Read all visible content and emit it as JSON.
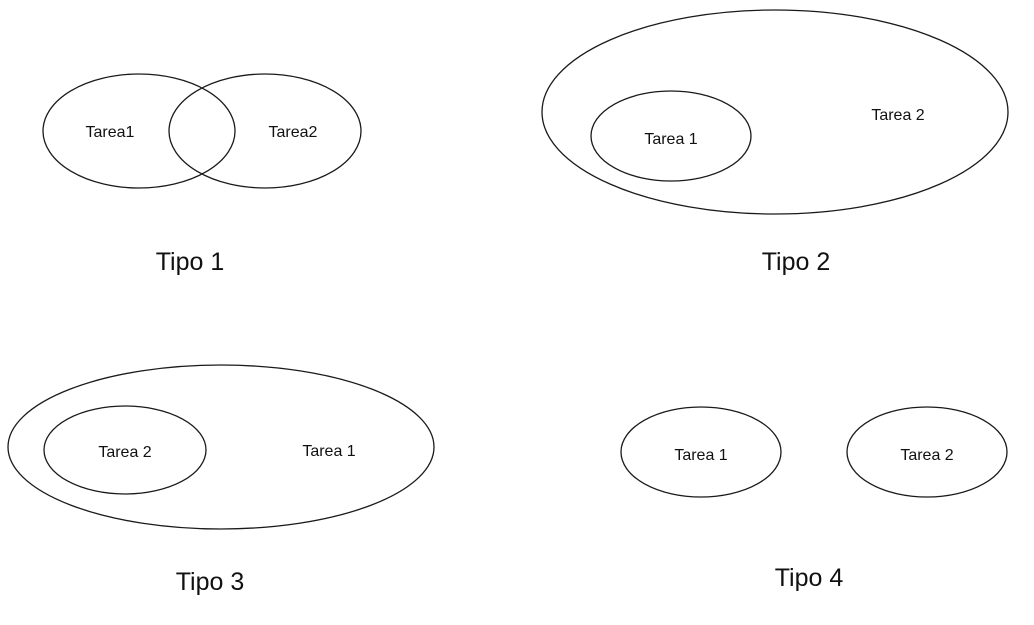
{
  "diagram": {
    "tipo1": {
      "caption": "Tipo 1",
      "left_label": "Tarea1",
      "right_label": "Tarea2"
    },
    "tipo2": {
      "caption": "Tipo 2",
      "inner_label": "Tarea 1",
      "outer_label": "Tarea 2"
    },
    "tipo3": {
      "caption": "Tipo 3",
      "inner_label": "Tarea 2",
      "outer_label": "Tarea 1"
    },
    "tipo4": {
      "caption": "Tipo 4",
      "left_label": "Tarea 1",
      "right_label": "Tarea 2"
    }
  },
  "colors": {
    "stroke": "#1a1a1a",
    "text": "#111111",
    "background": "#ffffff"
  }
}
